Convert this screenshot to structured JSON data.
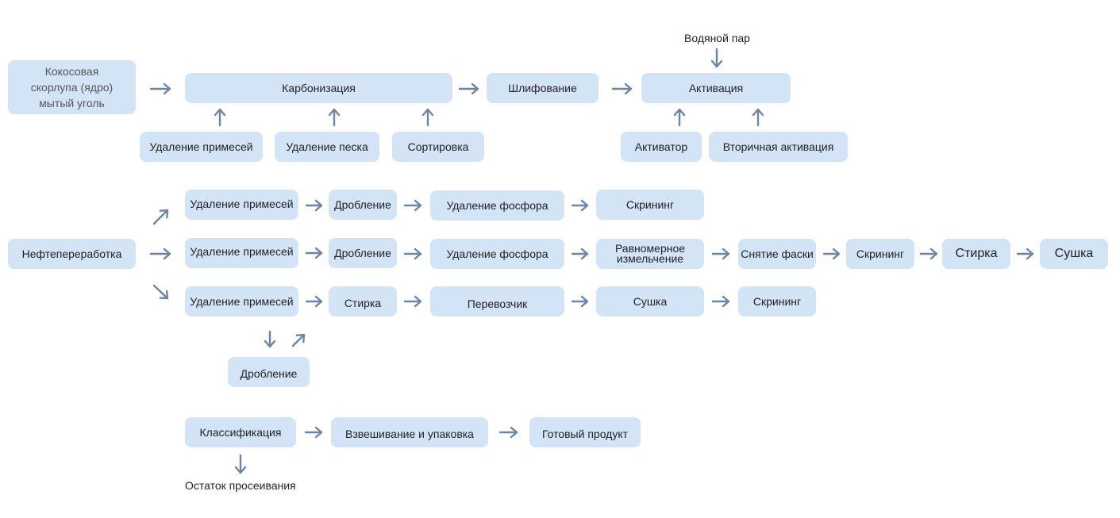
{
  "row1": {
    "source": "Кокосовая\nскорлупа (ядро)\nмытый уголь",
    "carbonization": "Карбонизация",
    "grinding": "Шлифование",
    "activation": "Активация",
    "steam": "Водяной пар",
    "impurity_removal": "Удаление примесей",
    "sand_removal": "Удаление песка",
    "sorting": "Сортировка",
    "activator": "Активатор",
    "secondary_activation": "Вторичная активация"
  },
  "row2": {
    "source": "Нефтепереработка",
    "top": [
      "Удаление примесей",
      "Дробление",
      "Удаление фосфора",
      "Скрининг"
    ],
    "middle": [
      "Удаление примесей",
      "Дробление",
      "Удаление фосфора",
      "Равномерное\nизмельчение",
      "Снятие фаски",
      "Скрининг",
      "Стирка",
      "Сушка"
    ],
    "bottom": [
      "Удаление примесей",
      "Стирка",
      "Перевозчик",
      "Сушка",
      "Скрининг"
    ],
    "crushing_branch": "Дробление"
  },
  "row3": {
    "items": [
      "Классификация",
      "Взвешивание и упаковка",
      "Готовый продукт"
    ],
    "residue": "Остаток просеивания"
  },
  "colors": {
    "box": "#d3e4f7",
    "arrow": "#6a86a6",
    "text": "#222222",
    "source_text": "#555555"
  }
}
